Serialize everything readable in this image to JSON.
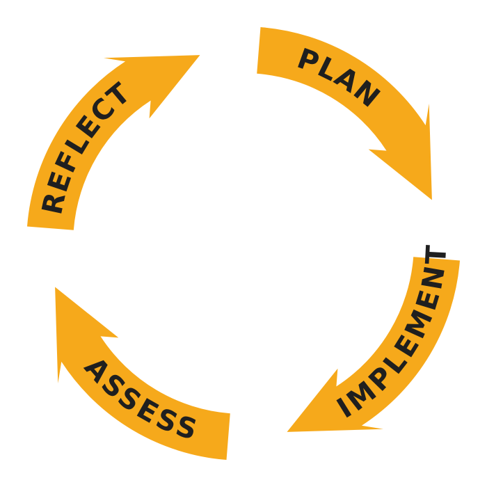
{
  "diagram": {
    "colors": {
      "background": "#ffffff",
      "arrow_fill": "#f6a91b",
      "label_text": "#1f1f1f"
    },
    "stages": [
      {
        "id": "plan",
        "label": "PLAN"
      },
      {
        "id": "implement",
        "label": "IMPLEMENT"
      },
      {
        "id": "assess",
        "label": "ASSESS"
      },
      {
        "id": "reflect",
        "label": "REFLECT"
      }
    ]
  }
}
